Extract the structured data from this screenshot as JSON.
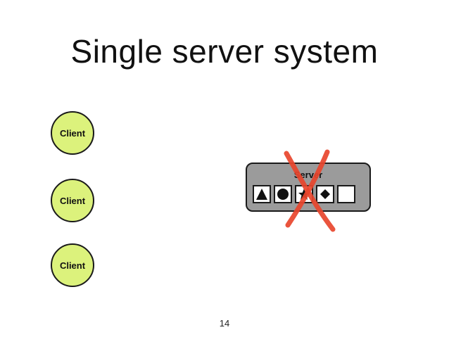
{
  "slide": {
    "title": "Single server system",
    "page_number": "14"
  },
  "clients": [
    {
      "label": "Client"
    },
    {
      "label": "Client"
    },
    {
      "label": "Client"
    }
  ],
  "server": {
    "label": "Server",
    "queue_slots": [
      "triangle-icon",
      "circle-icon",
      "star-icon",
      "diamond-icon",
      "empty"
    ],
    "crossed_out": true
  },
  "colors": {
    "client_fill": "#dcf27c",
    "server_fill": "#9b9b9b",
    "cross": "#e8452c"
  }
}
